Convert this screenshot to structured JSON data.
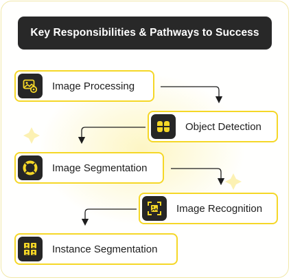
{
  "title": "Key Responsibilities & Pathways to Success",
  "colors": {
    "accent": "#f5d727",
    "dark": "#262626",
    "title_bg": "#282828"
  },
  "steps": [
    {
      "label": "Image Processing",
      "icon": "image-processing-icon"
    },
    {
      "label": "Object Detection",
      "icon": "object-detection-icon"
    },
    {
      "label": "Image Segmentation",
      "icon": "image-segmentation-icon"
    },
    {
      "label": "Image Recognition",
      "icon": "image-recognition-icon"
    },
    {
      "label": "Instance Segmentation",
      "icon": "instance-segmentation-icon"
    }
  ]
}
